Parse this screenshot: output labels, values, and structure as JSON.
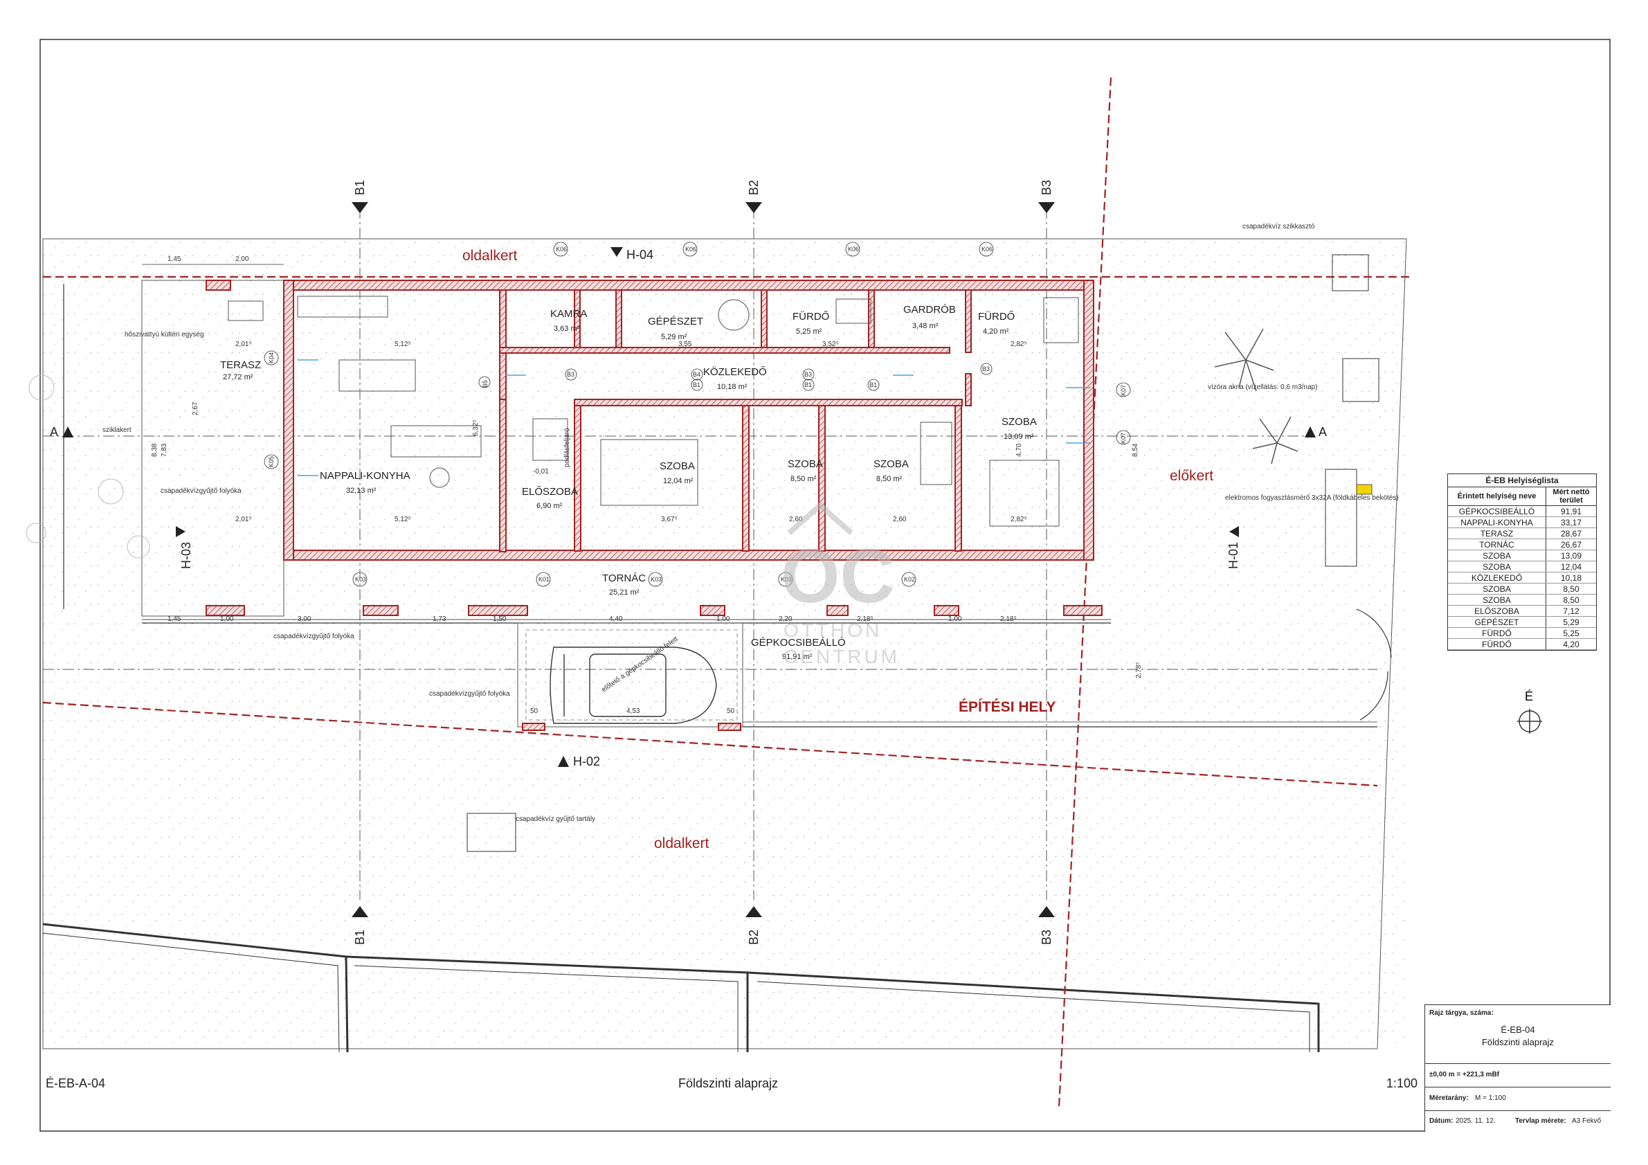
{
  "drawing": {
    "code": "É-EB-A-04",
    "title": "Földszinti alaprajz",
    "scale": "1:100"
  },
  "zones": {
    "oldalkert_top": "oldalkert",
    "oldalkert_bottom": "oldalkert",
    "elokert": "előkert",
    "epitesi_hely": "ÉPÍTÉSI HELY"
  },
  "rooms": [
    {
      "key": "terasz",
      "name": "TERASZ",
      "area": "27,72 m²"
    },
    {
      "key": "nappali",
      "name": "NAPPALI-KONYHA",
      "area": "32,13 m²"
    },
    {
      "key": "kamra",
      "name": "KAMRA",
      "area": "3,63 m²"
    },
    {
      "key": "gepeszet",
      "name": "GÉPÉSZET",
      "area": "5,29 m²"
    },
    {
      "key": "furdo1",
      "name": "FÜRDŐ",
      "area": "5,25 m²"
    },
    {
      "key": "gardrob",
      "name": "GARDRÓB",
      "area": "3,48 m²"
    },
    {
      "key": "furdo2",
      "name": "FÜRDŐ",
      "area": "4,20 m²"
    },
    {
      "key": "kozlekedo",
      "name": "KÖZLEKEDŐ",
      "area": "10,18 m²"
    },
    {
      "key": "eloszoba",
      "name": "ELŐSZOBA",
      "area": "6,90 m²"
    },
    {
      "key": "szoba1",
      "name": "SZOBA",
      "area": "12,04 m²"
    },
    {
      "key": "szoba2",
      "name": "SZOBA",
      "area": "8,50 m²"
    },
    {
      "key": "szoba3",
      "name": "SZOBA",
      "area": "8,50 m²"
    },
    {
      "key": "szoba4",
      "name": "SZOBA",
      "area": "13,09 m²"
    },
    {
      "key": "tornac",
      "name": "TORNÁC",
      "area": "25,21 m²"
    },
    {
      "key": "gepkocsi",
      "name": "GÉPKOCSIBEÁLLÓ",
      "area": "91,91 m²"
    }
  ],
  "section_marks": {
    "b1": "B1",
    "b2": "B2",
    "b3": "B3",
    "a": "A",
    "h01": "H-01",
    "h02": "H-02",
    "h03": "H-03",
    "h04": "H-04"
  },
  "annotations": {
    "csapadek_szikkaszto": "csapadékvíz szikkasztó",
    "hoszivattyu": "hőszivattyú kültéri egység",
    "sziklakert": "sziklakert",
    "csapadek_folyoka_1": "csapadékvízgyűjtő folyóka",
    "csapadek_folyoka_2": "csapadékvízgyűjtő folyóka",
    "csapadek_folyoka_3": "csapadékvízgyűjtő folyóka",
    "vizora": "vízóra akna (vízellátás: 0,6 m3/nap)",
    "elektromos": "elektromos fogyasztásmérő 3x32A (földkábeles bekötés)",
    "padlasfeljaro": "padlásfeljáró",
    "gyujto_tartaly": "csapadékvíz gyűjtő tartály",
    "gepkocsi_elotet": "előtető a gépkocsibeálló felett",
    "level": "-0,01",
    "north": "É"
  },
  "dimensions": {
    "top_145": "1,45",
    "top_200": "2,00",
    "bot_145": "1,45",
    "bot_300": "3,00",
    "bot_100a": "1,00",
    "bot_173": "1,73",
    "bot_150": "1,50",
    "bot_440": "4,40",
    "bot_100b": "1,00",
    "bot_220": "2,20",
    "bot_218a": "2,18⁵",
    "bot_100c": "1,00",
    "bot_218b": "2,18⁵",
    "car_453": "4,53",
    "car_50a": "50",
    "car_50b": "50",
    "left_838": "8,38",
    "left_783": "7,83",
    "right_854": "8,54",
    "right_278": "2,78⁵",
    "n_512a": "5,12⁵",
    "n_512b": "5,12⁵",
    "n_201a": "2,01⁵",
    "n_201b": "2,01⁵",
    "n_367": "3,67⁵",
    "n_352": "3,52⁵",
    "n_355": "3,55",
    "n_282a": "2,82⁵",
    "n_282b": "2,82⁵",
    "n_260a": "2,60",
    "n_260b": "2,60",
    "n_632": "6,32⁵",
    "n_470": "4,70",
    "n_267": "2,67"
  },
  "tags": {
    "k01": "K01",
    "k02": "K02",
    "k03a": "K03",
    "k03b": "K03",
    "k03c": "K03",
    "k04": "K04",
    "k05": "K05",
    "k06a": "K06",
    "k06b": "K06",
    "k06c": "K06",
    "k06d": "K06",
    "k07a": "K07",
    "k07b": "K07",
    "b1a": "B1",
    "b1b": "B1",
    "b1c": "B1",
    "b3a": "B3",
    "b3b": "B3",
    "b3c": "B3",
    "b4": "B4",
    "b5": "B5"
  },
  "watermark": {
    "mark": "OC",
    "line1": "OTTHON",
    "line2": "CENTRUM"
  },
  "room_list": {
    "title": "É-EB Helyiséglista",
    "col_name": "Érintett helyiség neve",
    "col_area": "Mért nettó terület",
    "rows": [
      {
        "name": "GÉPKOCSIBEÁLLÓ",
        "area": "91,91"
      },
      {
        "name": "NAPPALI-KONYHA",
        "area": "33,17"
      },
      {
        "name": "TERASZ",
        "area": "28,67"
      },
      {
        "name": "TORNÁC",
        "area": "26,67"
      },
      {
        "name": "SZOBA",
        "area": "13,09"
      },
      {
        "name": "SZOBA",
        "area": "12,04"
      },
      {
        "name": "KÖZLEKEDŐ",
        "area": "10,18"
      },
      {
        "name": "SZOBA",
        "area": "8,50"
      },
      {
        "name": "SZOBA",
        "area": "8,50"
      },
      {
        "name": "ELŐSZOBA",
        "area": "7,12"
      },
      {
        "name": "GÉPÉSZET",
        "area": "5,29"
      },
      {
        "name": "FÜRDŐ",
        "area": "5,25"
      },
      {
        "name": "FÜRDŐ",
        "area": "4,20"
      }
    ]
  },
  "title_block": {
    "subject_label": "Rajz tárgya, száma:",
    "subject_code": "É-EB-04",
    "subject_name": "Földszinti alaprajz",
    "level": "±0,00 m = +221,3 mBf",
    "scale_label": "Méretarány:",
    "scale_value": "M = 1:100",
    "date_label": "Dátum:",
    "date_value": "2025. 11. 12.",
    "size_label": "Tervlap mérete:",
    "size_value": "A3 Fekvő"
  },
  "colors": {
    "wall": "#a32020",
    "line": "#333333",
    "window": "#4da3d9",
    "watermark": "#c8c8c8",
    "meter": "#f2d400"
  }
}
